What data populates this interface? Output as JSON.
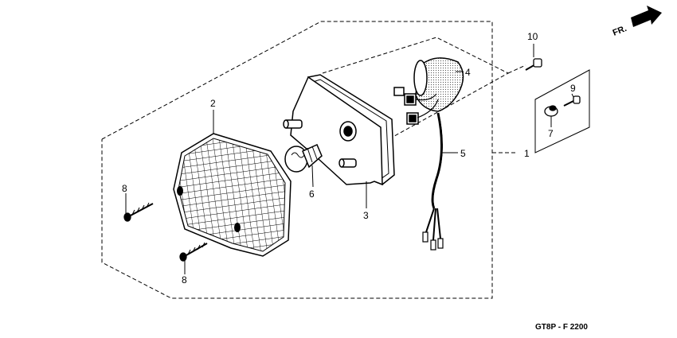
{
  "diagram": {
    "direction_label": "FR.",
    "figure_code": "GT8P - F 2200",
    "callouts": {
      "c1": "1",
      "c2": "2",
      "c3": "3",
      "c4": "4",
      "c5": "5",
      "c6": "6",
      "c7": "7",
      "c8a": "8",
      "c8b": "8",
      "c9": "9",
      "c10": "10"
    }
  }
}
